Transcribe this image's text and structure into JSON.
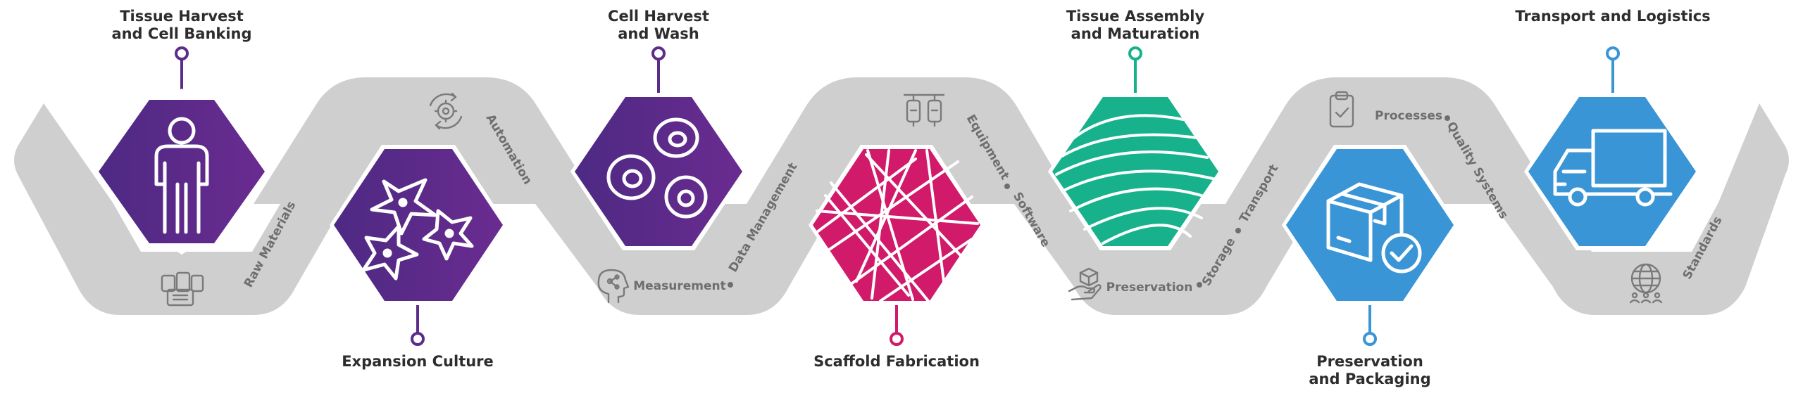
{
  "colors": {
    "band": "#cfcfcf",
    "band_text": "#6e6e6e",
    "purple": "#5b2c8a",
    "magenta": "#d11a6a",
    "teal": "#17b28c",
    "blue": "#3a95d6",
    "title_text": "#2d2d2d"
  },
  "steps": [
    {
      "line1": "Tissue Harvest",
      "line2": "and Cell Banking",
      "icon": "person-icon"
    },
    {
      "line1": "Expansion Culture",
      "line2": "",
      "icon": "cells-network-icon"
    },
    {
      "line1": "Cell Harvest",
      "line2": "and Wash",
      "icon": "cells-icon"
    },
    {
      "line1": "Scaffold Fabrication",
      "line2": "",
      "icon": "fiber-mesh-icon"
    },
    {
      "line1": "Tissue Assembly",
      "line2": "and Maturation",
      "icon": "tissue-layers-icon"
    },
    {
      "line1": "Preservation",
      "line2": "and Packaging",
      "icon": "package-check-icon"
    },
    {
      "line1": "Transport and Logistics",
      "line2": "",
      "icon": "truck-icon"
    }
  ],
  "band_labels": {
    "raw_materials": "Raw Materials",
    "automation": "Automation",
    "measurement": "Measurement",
    "data_management": "Data Management",
    "equipment": "Equipment",
    "software": "Software",
    "preservation": "Preservation",
    "storage": "Storage",
    "transport": "Transport",
    "processes": "Processes",
    "quality_systems": "Quality Systems",
    "standards": "Standards"
  },
  "band_icons": [
    "materials-icon",
    "automation-gear-icon",
    "measurement-brain-icon",
    "equipment-icon",
    "preservation-hand-icon",
    "clipboard-check-icon",
    "globe-people-icon"
  ]
}
